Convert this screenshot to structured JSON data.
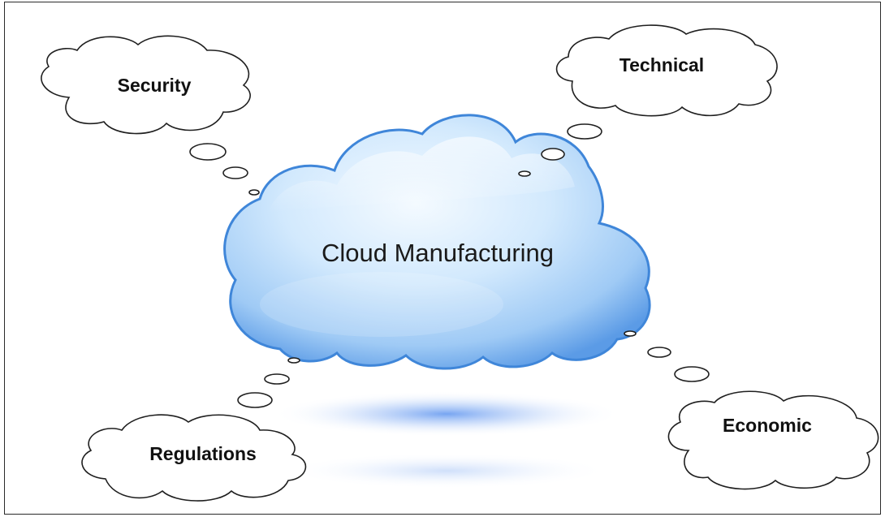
{
  "diagram": {
    "center": {
      "label": "Cloud Manufacturing"
    },
    "bubbles": {
      "security": {
        "label": "Security"
      },
      "technical": {
        "label": "Technical"
      },
      "regulations": {
        "label": "Regulations"
      },
      "economic": {
        "label": "Economic"
      }
    }
  },
  "colors": {
    "cloud_light": "#eef7ff",
    "cloud_mid": "#b9dcfb",
    "cloud_edge": "#3f86d9",
    "shadow": "#6b9ff0",
    "outline": "#1f1f1f"
  }
}
